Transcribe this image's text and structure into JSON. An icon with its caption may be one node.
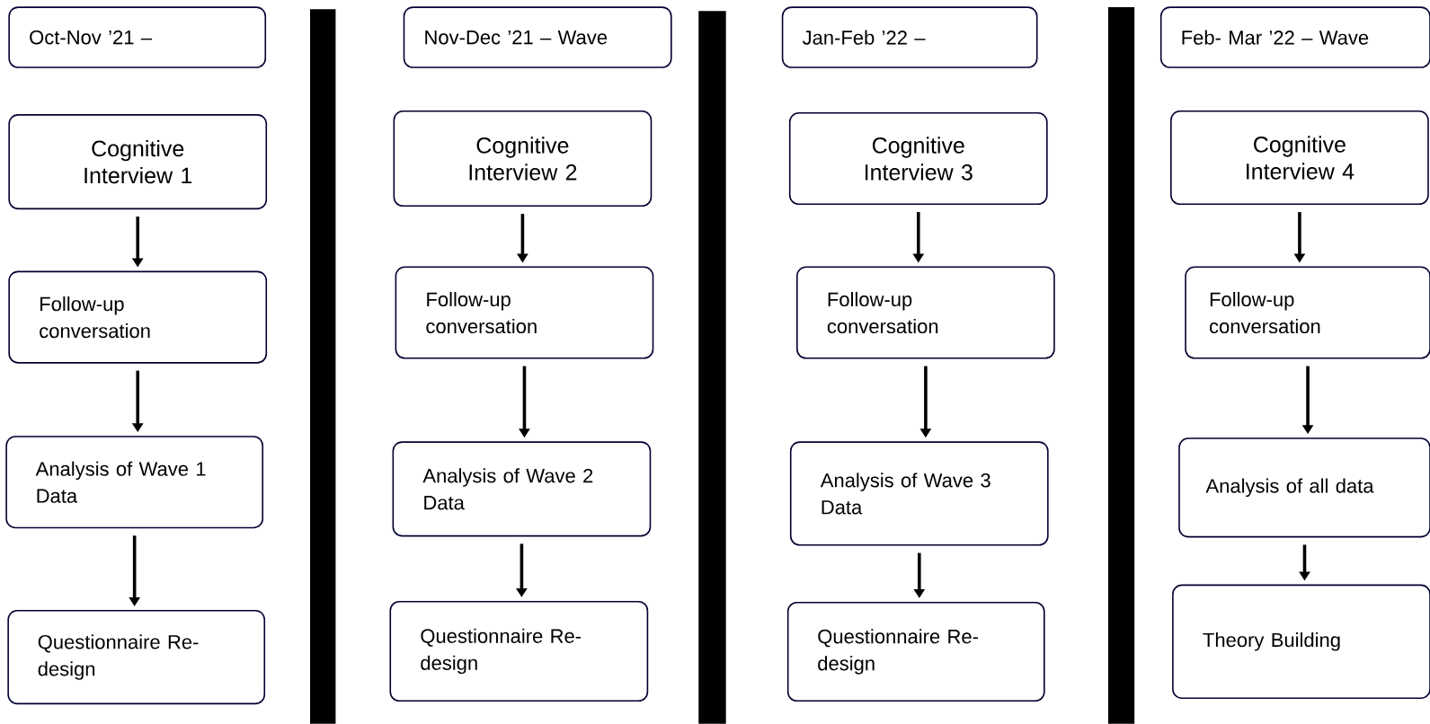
{
  "diagram": {
    "nodes": [
      {
        "text": [
          "Oct-Nov ’21 –"
        ]
      },
      {
        "text": [
          "Cognitive Interview 1"
        ]
      },
      {
        "text": [
          "Follow-up conversation"
        ]
      },
      {
        "text": [
          "Analysis of Wave 1 Data"
        ]
      },
      {
        "text": [
          "Questionnaire Re-design"
        ]
      },
      {
        "text": [
          "Nov-Dec ’21 – Wave"
        ]
      },
      {
        "text": [
          "Cognitive Interview 2"
        ]
      },
      {
        "text": [
          "Follow-up conversation"
        ]
      },
      {
        "text": [
          "Analysis of Wave 2 Data"
        ]
      },
      {
        "text": [
          "Questionnaire Re-design"
        ]
      },
      {
        "text": [
          "Jan-Feb ’22 –"
        ]
      },
      {
        "text": [
          "Cognitive Interview 3"
        ]
      },
      {
        "text": [
          "Follow-up conversation"
        ]
      },
      {
        "text": [
          "Analysis of Wave 3 Data"
        ]
      },
      {
        "text": [
          "Questionnaire Re-design"
        ]
      },
      {
        "text": [
          "Feb- Mar ’22 – Wave"
        ]
      },
      {
        "text": [
          "Cognitive Interview 4"
        ]
      },
      {
        "text": [
          "Follow-up conversation"
        ]
      },
      {
        "text": [
          "Analysis of all data"
        ]
      },
      {
        "text": [
          "Theory Building"
        ]
      },
      {
        "text": [],
        "shape": "bar"
      },
      {
        "text": [],
        "shape": "bar"
      },
      {
        "text": [],
        "shape": "bar"
      }
    ],
    "edges": [
      {
        "from": 1,
        "to": 2,
        "arrow": "to"
      },
      {
        "from": 2,
        "to": 3,
        "arrow": "to"
      },
      {
        "from": 3,
        "to": 4,
        "arrow": "to"
      },
      {
        "from": 6,
        "to": 7,
        "arrow": "to"
      },
      {
        "from": 7,
        "to": 8,
        "arrow": "to"
      },
      {
        "from": 8,
        "to": 9,
        "arrow": "to"
      },
      {
        "from": 11,
        "to": 12,
        "arrow": "to"
      },
      {
        "from": 12,
        "to": 13,
        "arrow": "to"
      },
      {
        "from": 13,
        "to": 14,
        "arrow": "to"
      },
      {
        "from": 16,
        "to": 17,
        "arrow": "to"
      },
      {
        "from": 17,
        "to": 18,
        "arrow": "to"
      },
      {
        "from": 18,
        "to": 19,
        "arrow": "to"
      }
    ]
  }
}
